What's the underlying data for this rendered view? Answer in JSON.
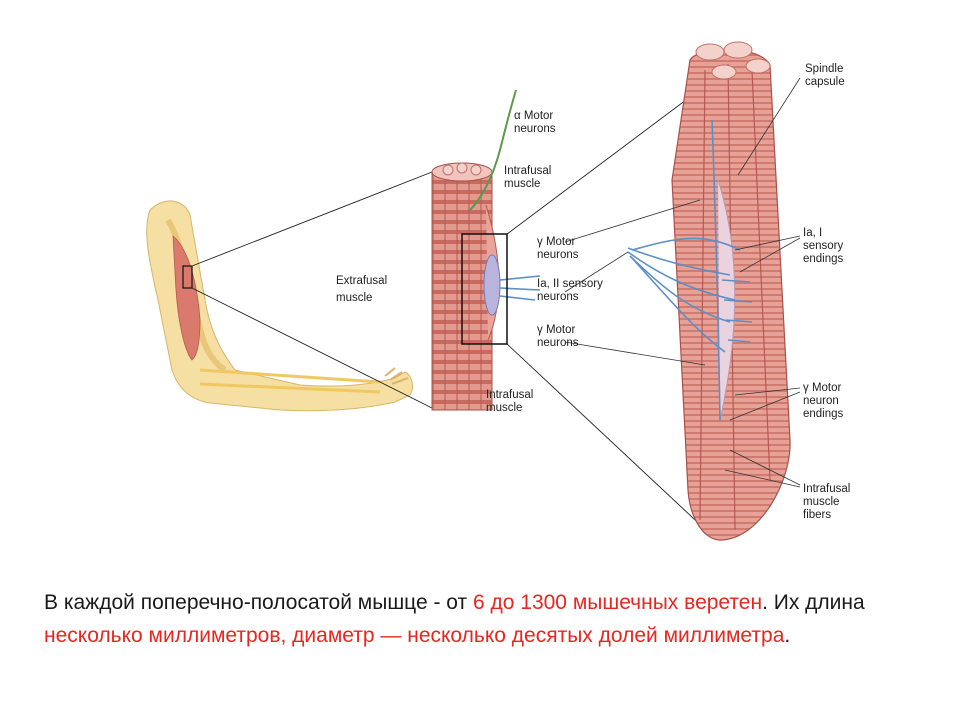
{
  "labels": {
    "alpha_motor": [
      "α Motor",
      "neurons"
    ],
    "intrafusal_top": [
      "Intrafusal",
      "muscle"
    ],
    "extrafusal": [
      "Extrafusal",
      "muscle"
    ],
    "gamma_motor_1": [
      "γ Motor",
      "neurons"
    ],
    "ia_ii_sensory": [
      "Ia, II sensory",
      "neurons"
    ],
    "gamma_motor_2": [
      "γ Motor",
      "neurons"
    ],
    "intrafusal_bottom": [
      "Intrafusal",
      "muscle"
    ],
    "spindle_capsule": [
      "Spindle",
      "capsule"
    ],
    "ia_i_sensory": [
      "Ia, I",
      "sensory",
      "endings"
    ],
    "gamma_endings": [
      "γ Motor",
      "neuron",
      "endings"
    ],
    "intrafusal_fibers": [
      "Intrafusal",
      "muscle",
      "fibers"
    ]
  },
  "caption": {
    "p1": "В каждой поперечно-полосатой мышце -  от ",
    "p2": "6 до 1300 мышечных веретен",
    "p3": ". Их длина ",
    "p4": "несколько миллиметров, диаметр — несколько десятых долей миллиметра",
    "p5": "."
  },
  "colors": {
    "highlight": "#e8261f",
    "muscle": "#d9756c",
    "nerve": "#5b8fc9"
  }
}
